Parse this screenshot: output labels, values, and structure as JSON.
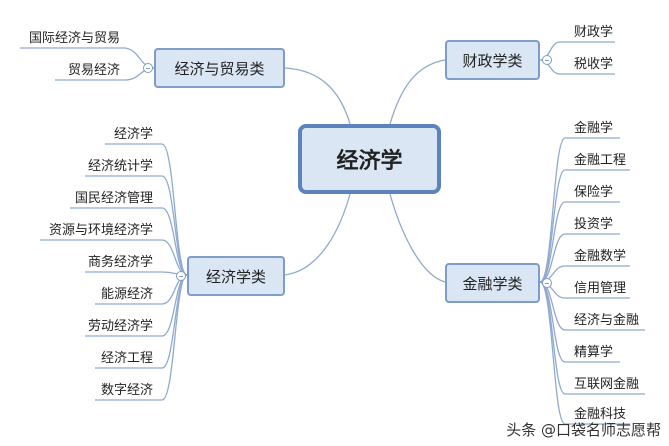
{
  "center": {
    "label": "经济学"
  },
  "branches": {
    "trade": {
      "label": "经济与贸易类",
      "items": [
        "国际经济与贸易",
        "贸易经济"
      ]
    },
    "finance_tax": {
      "label": "财政学类",
      "items": [
        "财政学",
        "税收学"
      ]
    },
    "econ": {
      "label": "经济学类",
      "items": [
        "经济学",
        "经济统计学",
        "国民经济管理",
        "资源与环境经济学",
        "商务经济学",
        "能源经济",
        "劳动经济学",
        "经济工程",
        "数字经济"
      ]
    },
    "finance": {
      "label": "金融学类",
      "items": [
        "金融学",
        "金融工程",
        "保险学",
        "投资学",
        "金融数学",
        "信用管理",
        "经济与金融",
        "精算学",
        "互联网金融",
        "金融科技"
      ]
    }
  },
  "watermark": "头条 @口袋名师志愿帮",
  "colors": {
    "node_fill": "#dbe6f5",
    "node_border": "#7d9cc8",
    "center_border": "#5b84bf",
    "line": "#8fa9cf"
  }
}
